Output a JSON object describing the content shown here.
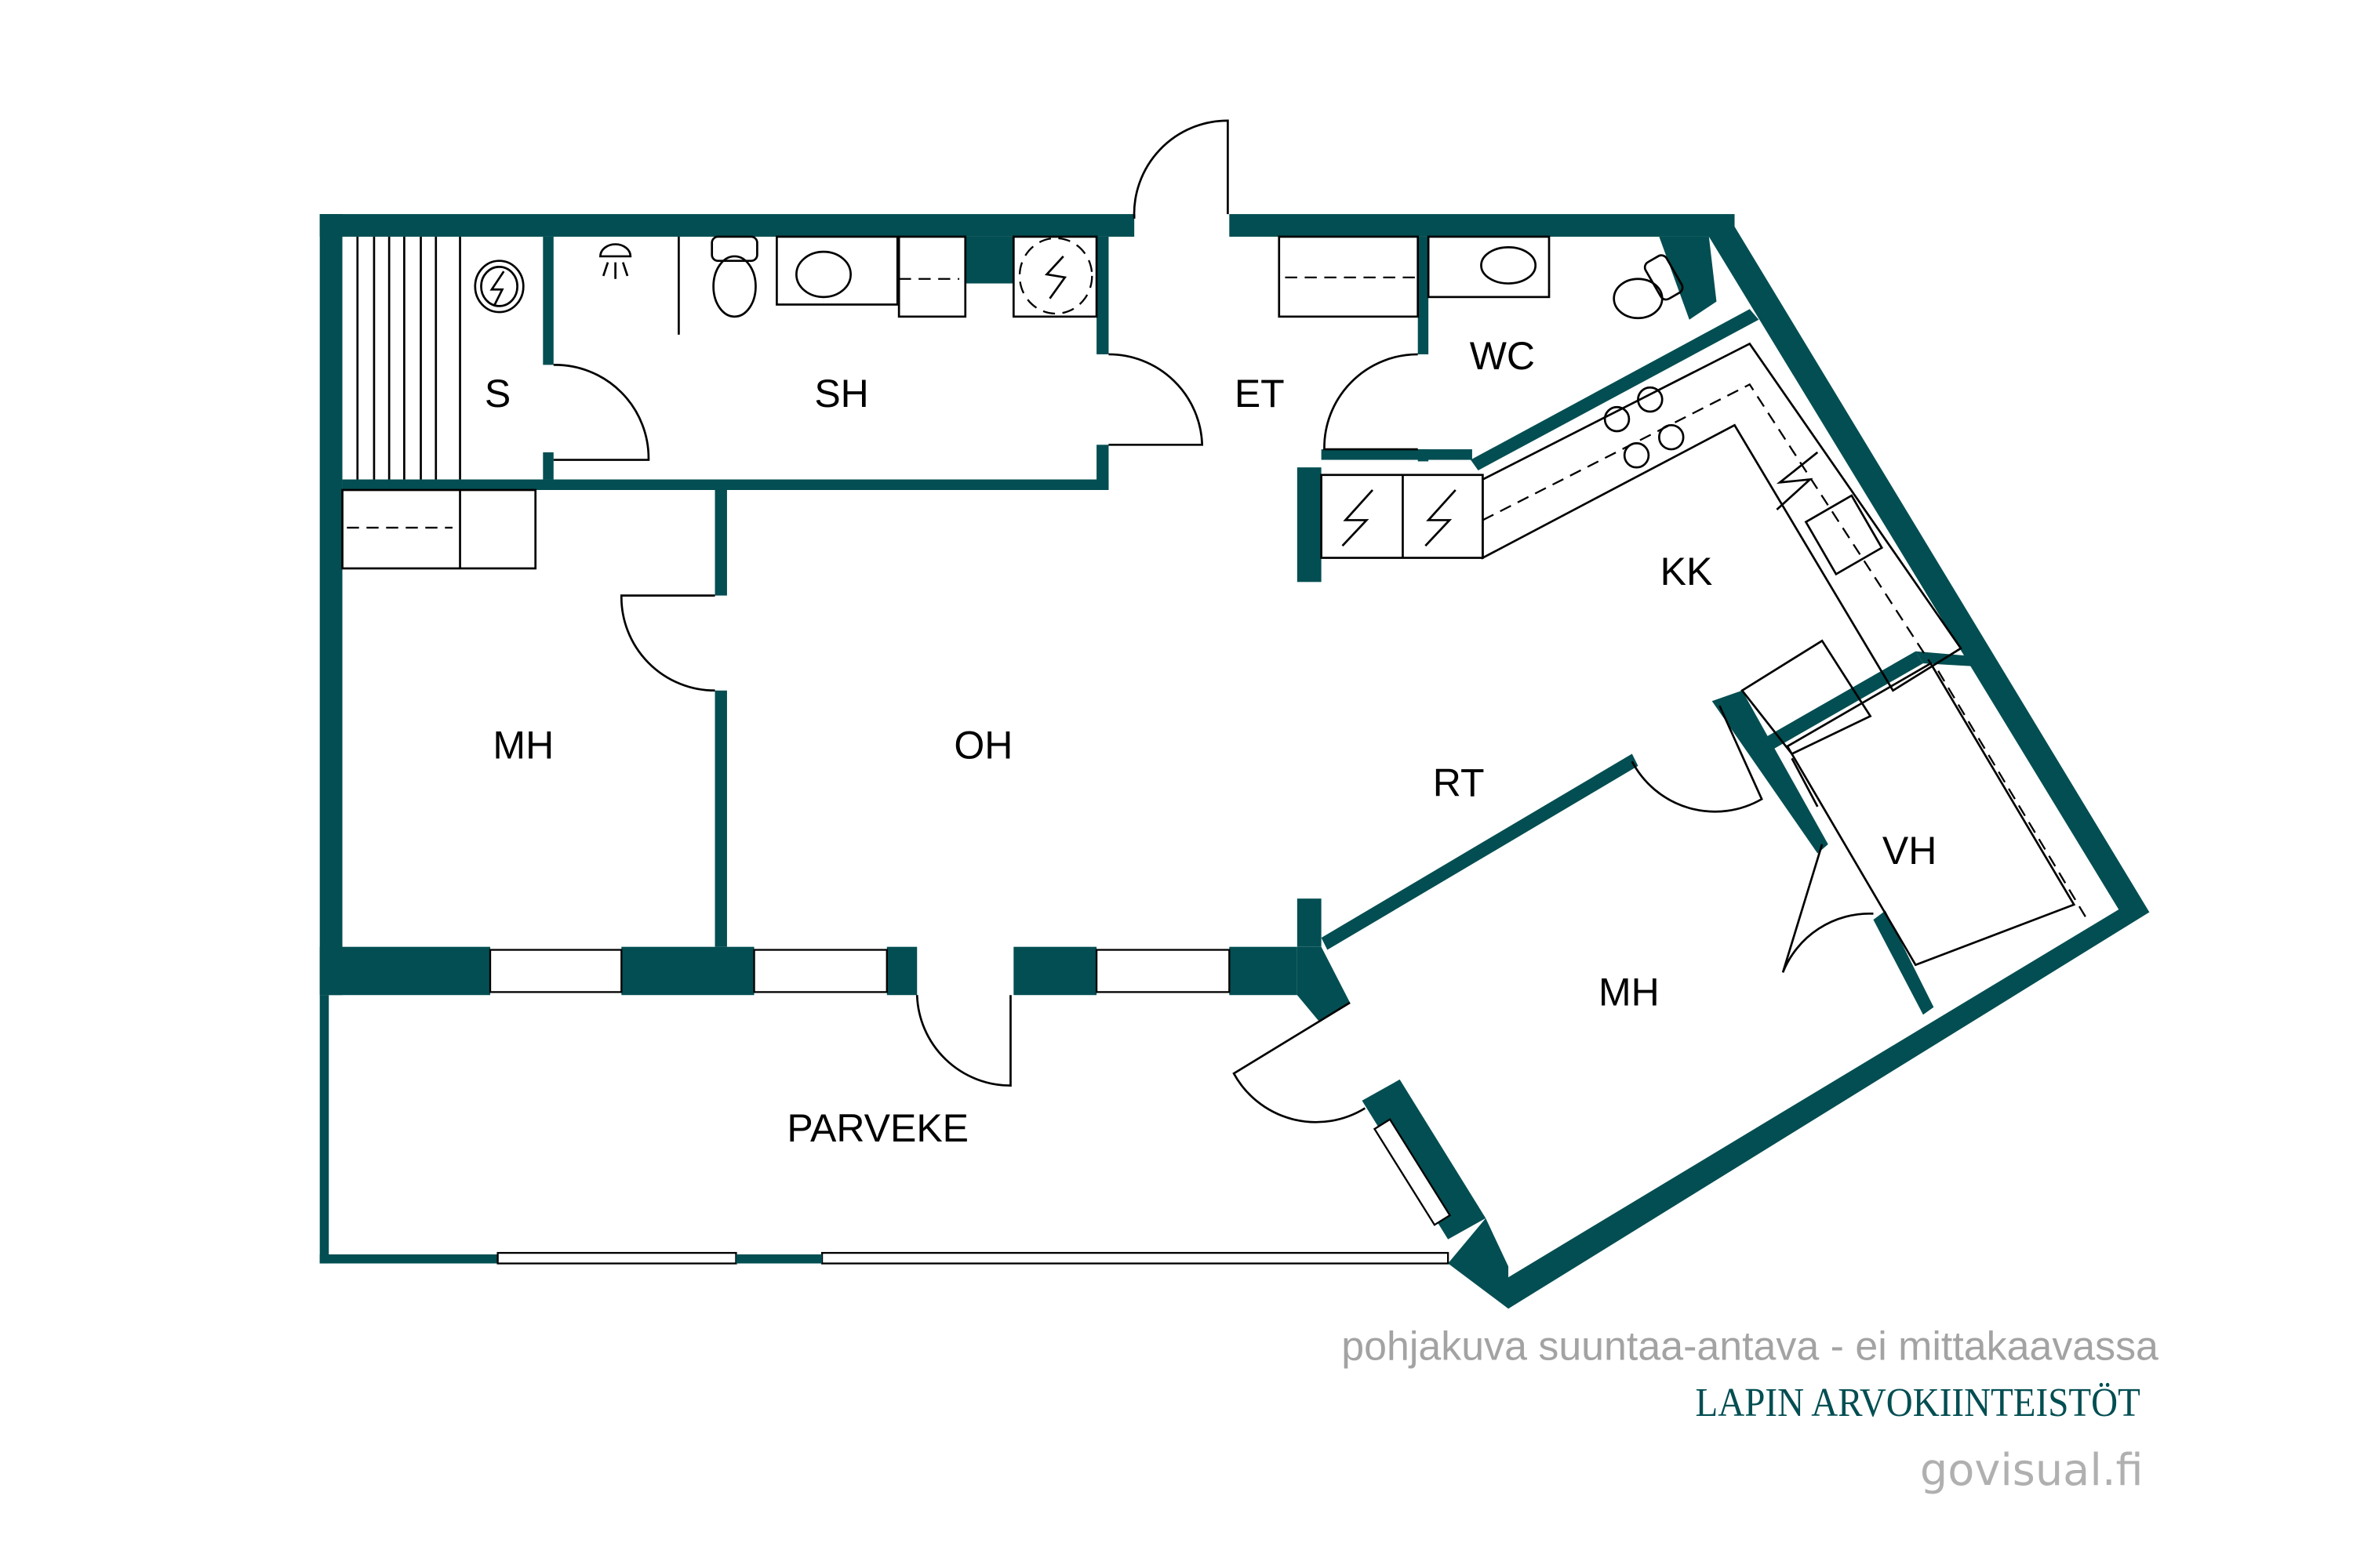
{
  "floorplan": {
    "wall_color": "#034e52",
    "rooms": {
      "s": "S",
      "sh": "SH",
      "et": "ET",
      "wc": "WC",
      "kk": "KK",
      "mh1": "MH",
      "oh": "OH",
      "rt": "RT",
      "vh": "VH",
      "mh2": "MH",
      "parveke": "PARVEKE"
    }
  },
  "footer": {
    "disclaimer": "pohjakuva suuntaa-antava - ei mittakaavassa",
    "brand": "LAPIN ARVOKIINTEISTÖT",
    "site": "govisual.fi"
  }
}
